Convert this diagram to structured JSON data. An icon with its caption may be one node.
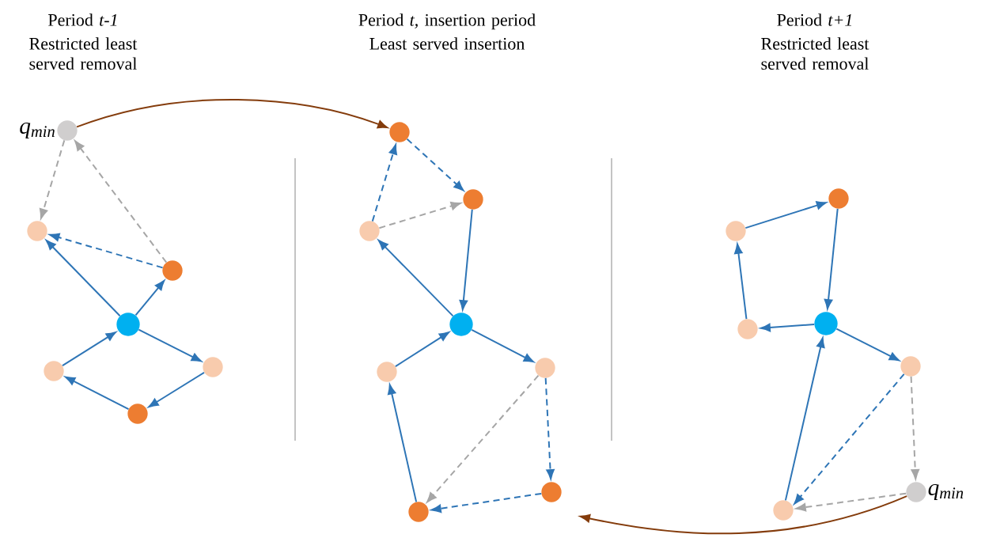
{
  "diagram": {
    "nodes": [
      {
        "text": [],
        "shape": "circle",
        "beside": [
          "q$_{min}$"
        ]
      },
      {
        "text": [],
        "shape": "circle"
      },
      {
        "text": [],
        "shape": "circle"
      },
      {
        "text": [],
        "shape": "circle"
      },
      {
        "text": [],
        "shape": "circle"
      },
      {
        "text": [],
        "shape": "circle"
      },
      {
        "text": [],
        "shape": "circle"
      },
      {
        "text": [],
        "shape": "circle"
      },
      {
        "text": [],
        "shape": "circle"
      },
      {
        "text": [],
        "shape": "circle"
      },
      {
        "text": [],
        "shape": "circle"
      },
      {
        "text": [],
        "shape": "circle"
      },
      {
        "text": [],
        "shape": "circle"
      },
      {
        "text": [],
        "shape": "circle"
      },
      {
        "text": [],
        "shape": "circle"
      },
      {
        "text": [],
        "shape": "circle"
      },
      {
        "text": [],
        "shape": "circle"
      },
      {
        "text": [],
        "shape": "circle"
      },
      {
        "text": [],
        "shape": "circle"
      },
      {
        "text": [],
        "shape": "circle"
      },
      {
        "text": [],
        "shape": "circle",
        "beside": [
          "q$_{min}$"
        ]
      },
      {
        "text": [],
        "shape": "circle"
      }
    ],
    "edges": [
      {
        "from": 2,
        "to": 0,
        "arrow": "to",
        "style": "dashed",
        "color": "#a6a6a6"
      },
      {
        "from": 0,
        "to": 1,
        "arrow": "to",
        "style": "dashed",
        "color": "#a6a6a6"
      },
      {
        "from": 2,
        "to": 1,
        "arrow": "to",
        "style": "dashed"
      },
      {
        "from": 3,
        "to": 1,
        "arrow": "to"
      },
      {
        "from": 3,
        "to": 2,
        "arrow": "to"
      },
      {
        "from": 4,
        "to": 3,
        "arrow": "to"
      },
      {
        "from": 3,
        "to": 5,
        "arrow": "to"
      },
      {
        "from": 5,
        "to": 6,
        "arrow": "to"
      },
      {
        "from": 6,
        "to": 4,
        "arrow": "to"
      },
      {
        "from": 9,
        "to": 7,
        "arrow": "to",
        "style": "dashed"
      },
      {
        "from": 7,
        "to": 8,
        "arrow": "to",
        "style": "dashed"
      },
      {
        "from": 9,
        "to": 8,
        "arrow": "to",
        "style": "dashed",
        "color": "#a6a6a6"
      },
      {
        "from": 8,
        "to": 10,
        "arrow": "to"
      },
      {
        "from": 10,
        "to": 9,
        "arrow": "to"
      },
      {
        "from": 11,
        "to": 10,
        "arrow": "to"
      },
      {
        "from": 10,
        "to": 12,
        "arrow": "to"
      },
      {
        "from": 12,
        "to": 13,
        "arrow": "to",
        "style": "dashed"
      },
      {
        "from": 13,
        "to": 14,
        "arrow": "to",
        "style": "dashed"
      },
      {
        "from": 12,
        "to": 14,
        "arrow": "to",
        "style": "dashed",
        "color": "#a6a6a6"
      },
      {
        "from": 14,
        "to": 11,
        "arrow": "to"
      },
      {
        "from": 15,
        "to": 16,
        "arrow": "to"
      },
      {
        "from": 16,
        "to": 18,
        "arrow": "to"
      },
      {
        "from": 18,
        "to": 17,
        "arrow": "to"
      },
      {
        "from": 17,
        "to": 15,
        "arrow": "to"
      },
      {
        "from": 18,
        "to": 19,
        "arrow": "to"
      },
      {
        "from": 21,
        "to": 18,
        "arrow": "to"
      },
      {
        "from": 19,
        "to": 21,
        "arrow": "to",
        "style": "dashed"
      },
      {
        "from": 19,
        "to": 20,
        "arrow": "to",
        "style": "dashed",
        "color": "#a6a6a6"
      },
      {
        "from": 20,
        "to": 21,
        "arrow": "to",
        "style": "dashed",
        "color": "#a6a6a6"
      },
      {
        "from": 0,
        "to": 7,
        "arrow": "to",
        "color": "#843c0c"
      },
      {
        "from": 20,
        "to": null,
        "arrow": "to",
        "color": "#843c0c"
      }
    ],
    "labels": [
      "Period *t-1*",
      "Restricted least served removal",
      "Period *t,* insertion period",
      "Least served insertion",
      "Period *t+1*",
      "Restricted least served removal"
    ]
  }
}
